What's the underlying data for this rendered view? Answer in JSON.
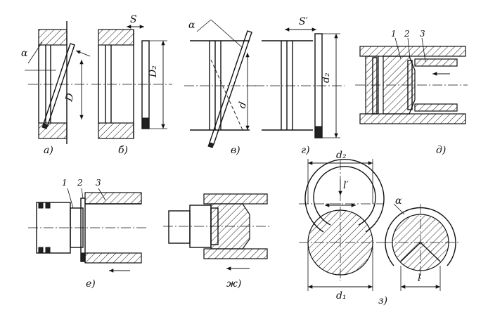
{
  "captions": {
    "a": "а)",
    "b": "б)",
    "v": "в)",
    "g": "г)",
    "d": "д)",
    "e": "е)",
    "zh": "ж)",
    "z": "з)"
  },
  "labels": {
    "alpha": "α",
    "D": "D",
    "S": "S",
    "D2": "D₂",
    "d": "d",
    "S_prime": "S′",
    "d2": "d₂",
    "d1": "d₁",
    "l": "l",
    "l_prime": "l′",
    "n1": "1",
    "n2": "2",
    "n3": "3"
  }
}
